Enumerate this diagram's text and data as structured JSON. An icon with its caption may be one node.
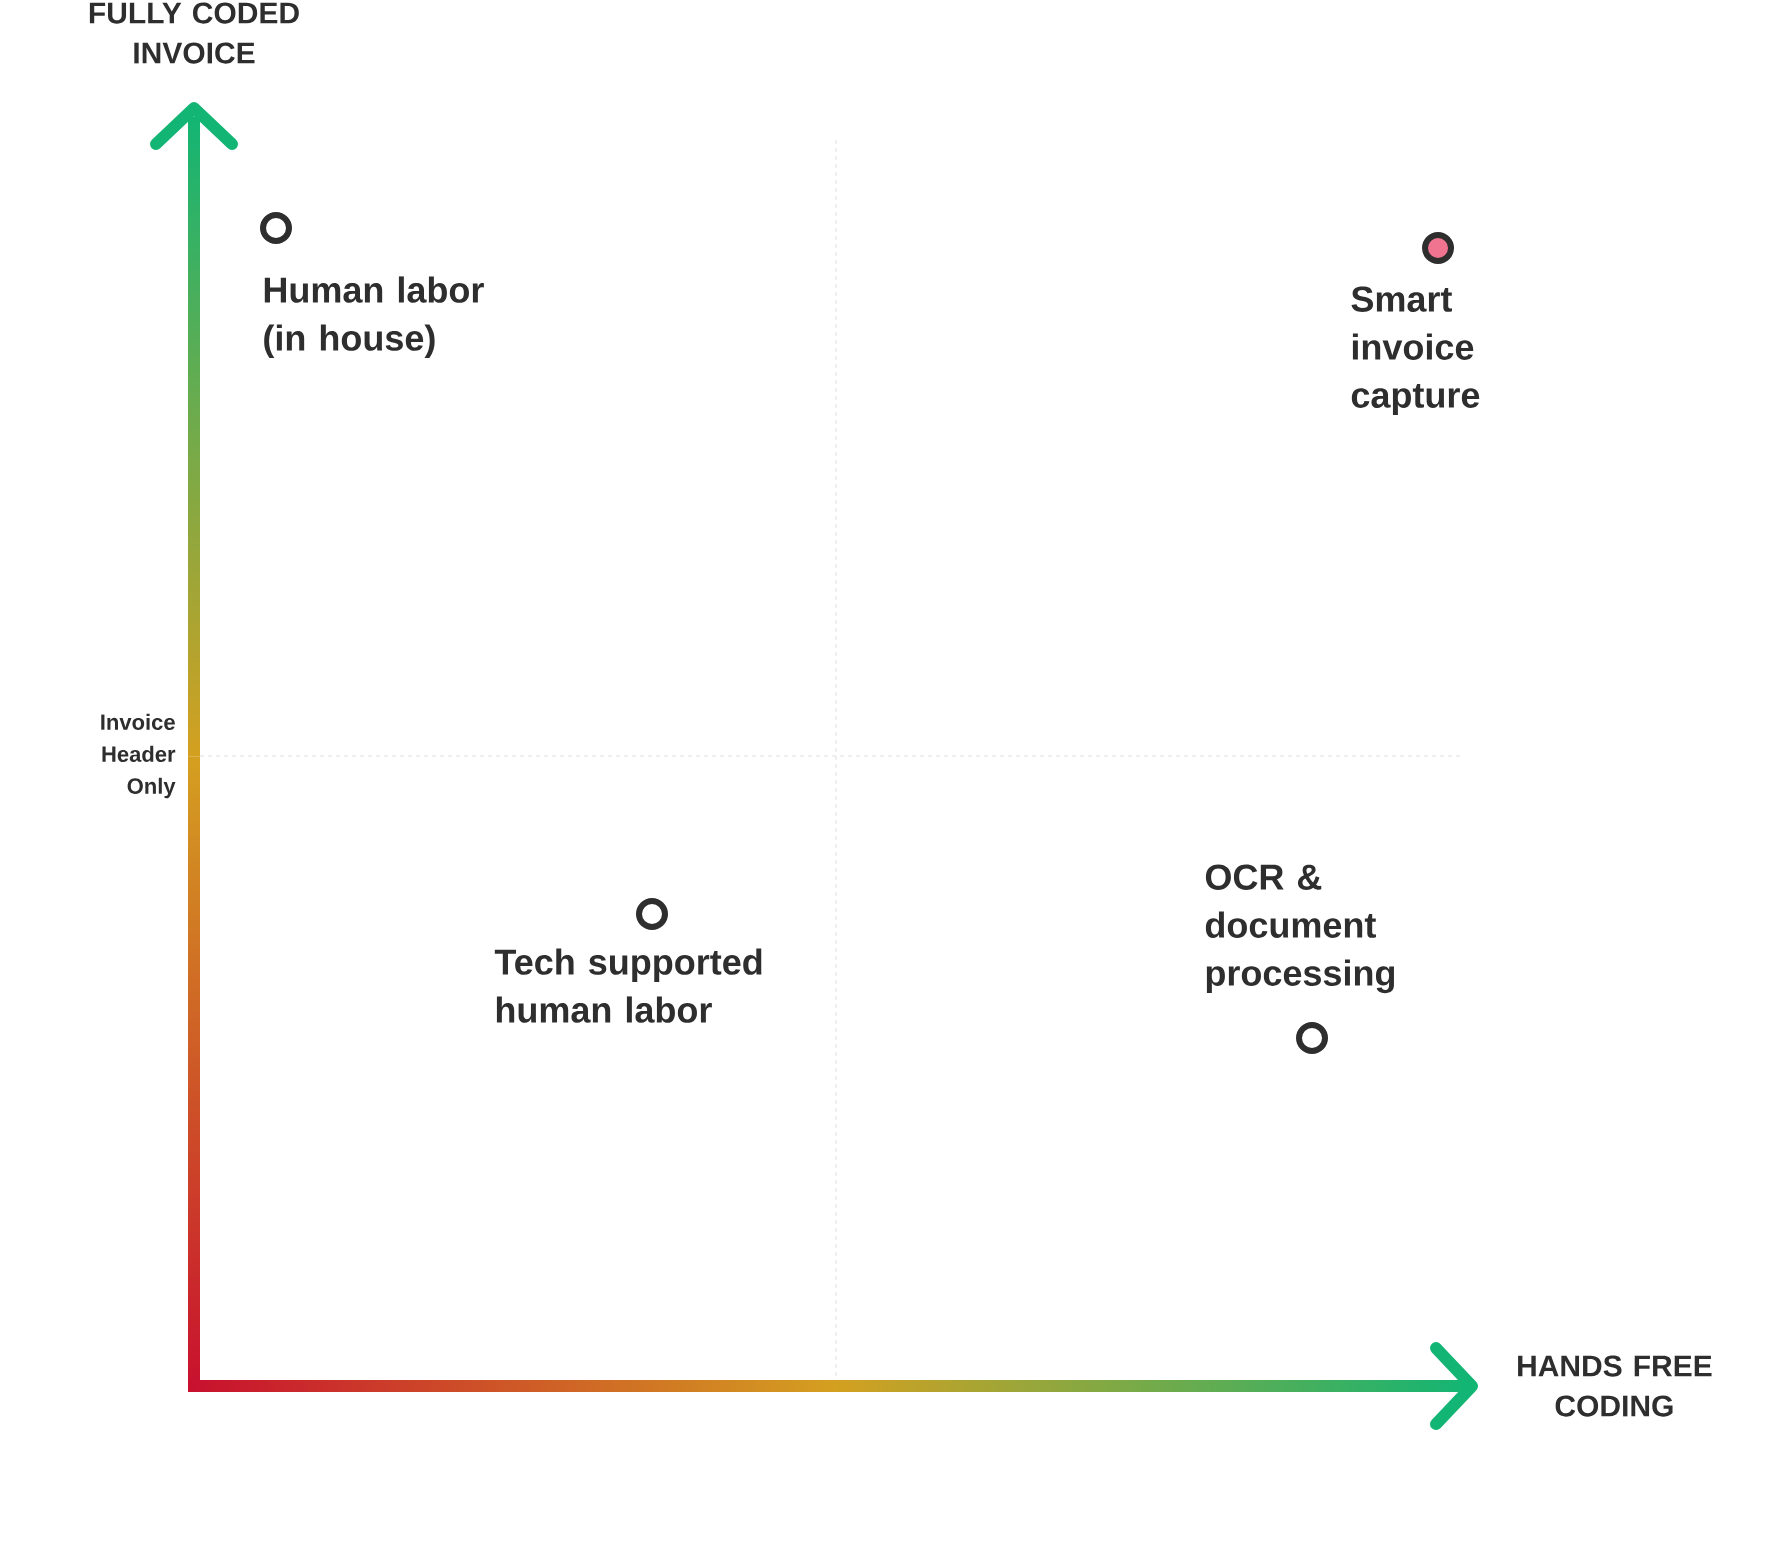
{
  "diagram": {
    "nodes": [
      {
        "text": [],
        "shape": "circle",
        "beside": [
          "Human labor (in house)"
        ]
      },
      {
        "text": [],
        "shape": "circle",
        "beside": [
          "Smart invoice capture"
        ]
      },
      {
        "text": [],
        "shape": "circle",
        "beside": [
          "Tech supported human labor"
        ]
      },
      {
        "text": [],
        "shape": "circle",
        "beside": [
          "OCR & document processing"
        ]
      }
    ],
    "labels": [
      "FULLY CODED INVOICE",
      "Invoice Header Only",
      "HANDS FREE CODING"
    ]
  }
}
